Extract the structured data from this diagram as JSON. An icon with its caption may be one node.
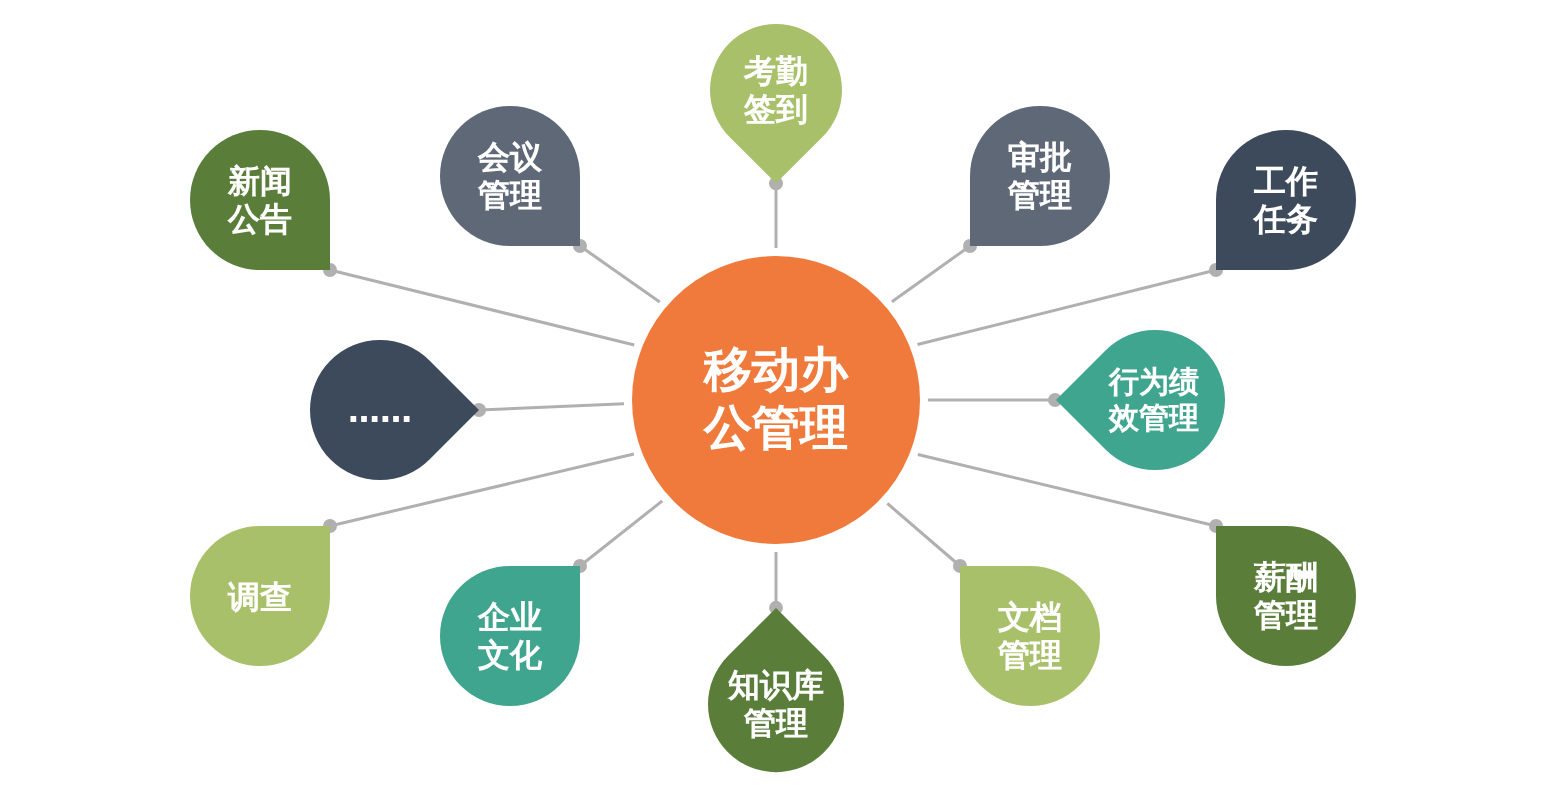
{
  "diagram": {
    "nodes": [
      {
        "text": [
          "移动办公管理"
        ]
      },
      {
        "text": [
          "新闻公告"
        ]
      },
      {
        "text": [
          "会议管理"
        ]
      },
      {
        "text": [
          "考勤签到"
        ]
      },
      {
        "text": [
          "审批管理"
        ]
      },
      {
        "text": [
          "工作任务"
        ]
      },
      {
        "text": [
          "……"
        ]
      },
      {
        "text": [
          "行为绩效管理"
        ]
      },
      {
        "text": [
          "调查"
        ]
      },
      {
        "text": [
          "企业文化"
        ]
      },
      {
        "text": [
          "知识库管理"
        ]
      },
      {
        "text": [
          "文档管理"
        ]
      },
      {
        "text": [
          "薪酬管理"
        ]
      }
    ],
    "edges": [
      {
        "from": 0,
        "to": 1,
        "arrow": "other"
      },
      {
        "from": 0,
        "to": 2,
        "arrow": "other"
      },
      {
        "from": 0,
        "to": 3,
        "arrow": "other"
      },
      {
        "from": 0,
        "to": 4,
        "arrow": "other"
      },
      {
        "from": 0,
        "to": 5,
        "arrow": "other"
      },
      {
        "from": 0,
        "to": 6,
        "arrow": "other"
      },
      {
        "from": 0,
        "to": 7,
        "arrow": "other"
      },
      {
        "from": 0,
        "to": 8,
        "arrow": "other"
      },
      {
        "from": 0,
        "to": 9,
        "arrow": "other"
      },
      {
        "from": 0,
        "to": 10,
        "arrow": "other"
      },
      {
        "from": 0,
        "to": 11,
        "arrow": "other"
      },
      {
        "from": 0,
        "to": 12,
        "arrow": "other"
      }
    ]
  }
}
